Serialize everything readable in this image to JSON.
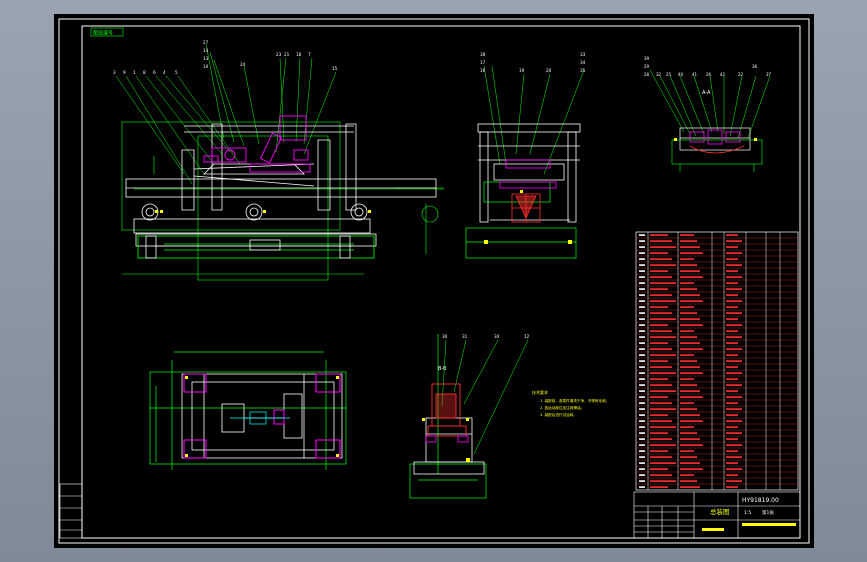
{
  "drawing": {
    "frame_tag": "图纸编号",
    "notes_title": "技术要求",
    "notes": [
      "1. 装配前，各零件清洗干净，不得有毛刺。",
      "2. 各运动部位加注润滑油。",
      "3. 装配后进行试运转。"
    ],
    "view_label_aa": "A-A",
    "view_label_bb": "B-B",
    "title_block": {
      "drawing_number": "HY91819.00",
      "title": "总装图",
      "scale": "1:5",
      "sheet": "第1张"
    },
    "colors": {
      "frame": "#ffffff",
      "outline": "#00ff00",
      "machine": "#ffffff",
      "leader": "#00ff00",
      "accent": "#ff00ff",
      "red": "#ff3030",
      "yellow": "#ffff00",
      "cyan": "#00ffff"
    }
  }
}
